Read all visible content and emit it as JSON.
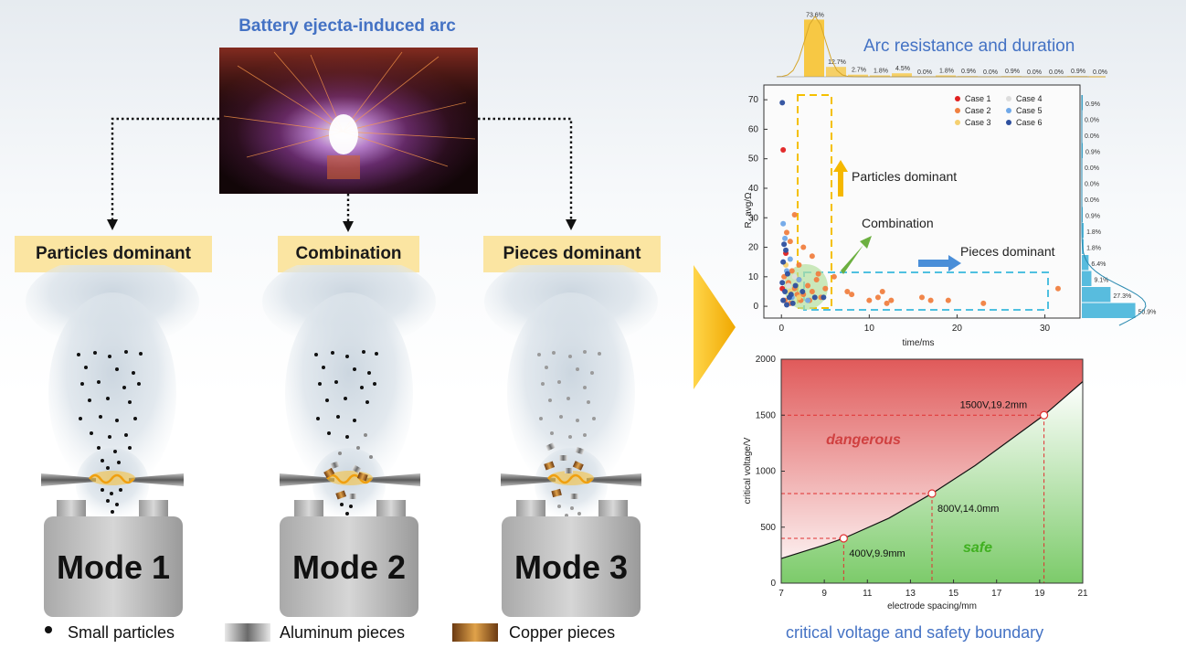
{
  "title": "Battery ejecta-induced arc",
  "modes": [
    {
      "label": "Particles dominant",
      "mode": "Mode 1"
    },
    {
      "label": "Combination",
      "mode": "Mode 2"
    },
    {
      "label": "Pieces dominant",
      "mode": "Mode 3"
    }
  ],
  "legend": {
    "small_particles": "Small particles",
    "aluminum_pieces": "Aluminum pieces",
    "copper_pieces": "Copper pieces"
  },
  "colors": {
    "title_blue": "#4472c4",
    "label_bg": "#fbe5a2",
    "arrow_orange": "#f5b800",
    "dangerous_red": "#e06060",
    "safe_green": "#80cc70"
  },
  "chart_data": [
    {
      "type": "scatter",
      "title": "Arc resistance and duration",
      "xlabel": "time/ms",
      "ylabel": "R_avg/Ω",
      "xlim": [
        -2,
        34
      ],
      "ylim": [
        -4,
        75
      ],
      "x_ticks": [
        "0",
        "10",
        "20",
        "30"
      ],
      "y_ticks": [
        "0",
        "10",
        "20",
        "30",
        "40",
        "50",
        "60",
        "70"
      ],
      "legend": [
        "Case 1",
        "Case 4",
        "Case 2",
        "Case 5",
        "Case 3",
        "Case 6"
      ],
      "legend_placement": "top-right",
      "annotations": [
        "Particles dominant",
        "Combination",
        "Pieces dominant"
      ],
      "series": [
        {
          "name": "Case 1",
          "color": "#e02020",
          "points": [
            [
              0.2,
              53
            ],
            [
              0.5,
              18
            ],
            [
              0.1,
              6
            ]
          ]
        },
        {
          "name": "Case 2",
          "color": "#f08040",
          "points": [
            [
              0.3,
              10
            ],
            [
              0.8,
              8
            ],
            [
              1.2,
              12
            ],
            [
              1.5,
              6
            ],
            [
              2,
              9
            ],
            [
              2.5,
              4
            ],
            [
              3,
              7
            ],
            [
              3.5,
              5
            ],
            [
              4,
              9
            ],
            [
              4.5,
              3
            ],
            [
              5,
              6
            ],
            [
              6,
              10
            ],
            [
              7.5,
              5
            ],
            [
              8,
              4
            ],
            [
              10,
              2
            ],
            [
              11,
              3
            ],
            [
              11.5,
              5
            ],
            [
              12,
              1
            ],
            [
              12.5,
              2
            ],
            [
              16,
              3
            ],
            [
              17,
              2
            ],
            [
              19,
              2
            ],
            [
              23,
              1
            ],
            [
              31.5,
              6
            ],
            [
              1,
              22
            ],
            [
              1.5,
              31
            ],
            [
              2,
              14
            ],
            [
              3.5,
              17
            ],
            [
              2.5,
              20
            ],
            [
              0.6,
              25
            ],
            [
              1.8,
              4
            ],
            [
              3.2,
              2
            ],
            [
              4.2,
              11
            ],
            [
              2.2,
              2
            ],
            [
              0.4,
              2
            ],
            [
              1,
              1
            ]
          ]
        },
        {
          "name": "Case 3",
          "color": "#f5d070",
          "points": [
            [
              0.5,
              14
            ],
            [
              1,
              5
            ],
            [
              2,
              3
            ]
          ]
        },
        {
          "name": "Case 4",
          "color": "#dddddd",
          "points": [
            [
              0.8,
              7
            ],
            [
              1.5,
              10
            ]
          ]
        },
        {
          "name": "Case 5",
          "color": "#70a8e8",
          "points": [
            [
              0.2,
              28
            ],
            [
              0.4,
              23
            ],
            [
              1,
              16
            ],
            [
              0.6,
              12
            ],
            [
              2,
              9
            ],
            [
              3,
              2
            ],
            [
              1.2,
              3
            ]
          ]
        },
        {
          "name": "Case 6",
          "color": "#2d4f9e",
          "points": [
            [
              0.1,
              69
            ],
            [
              0.3,
              21
            ],
            [
              0.5,
              19
            ],
            [
              0.2,
              15
            ],
            [
              0.7,
              11
            ],
            [
              0.1,
              8
            ],
            [
              0.4,
              5
            ],
            [
              0.9,
              3
            ],
            [
              1.3,
              1
            ],
            [
              0.2,
              2
            ],
            [
              1.6,
              7
            ],
            [
              2.4,
              5
            ],
            [
              3.8,
              3
            ],
            [
              4.8,
              3
            ],
            [
              0.6,
              0.5
            ],
            [
              1.1,
              4
            ]
          ]
        }
      ],
      "x_hist": {
        "percent_labels": [
          "73.6%",
          "12.7%",
          "2.7%",
          "1.8%",
          "4.5%",
          "0.0%",
          "1.8%",
          "0.9%",
          "0.0%",
          "0.9%",
          "0.0%",
          "0.0%",
          "0.9%",
          "0.0%"
        ],
        "values": [
          73.6,
          12.7,
          2.7,
          1.8,
          4.5,
          0.0,
          1.8,
          0.9,
          0.0,
          0.9,
          0.0,
          0.0,
          0.9,
          0.0
        ]
      },
      "y_hist": {
        "percent_labels_top_to_bottom": [
          "0.9%",
          "0.0%",
          "0.0%",
          "0.9%",
          "0.0%",
          "0.0%",
          "0.0%",
          "0.9%",
          "1.8%",
          "1.8%",
          "6.4%",
          "9.1%",
          "27.3%",
          "50.9%"
        ],
        "values_top_to_bottom": [
          0.9,
          0.0,
          0.0,
          0.9,
          0.0,
          0.0,
          0.0,
          0.9,
          1.8,
          1.8,
          6.4,
          9.1,
          27.3,
          50.9
        ]
      }
    },
    {
      "type": "line",
      "title": "critical voltage and safety boundary",
      "xlabel": "electrode spacing/mm",
      "ylabel": "critical voltage/V",
      "xlim": [
        7,
        21
      ],
      "ylim": [
        0,
        2000
      ],
      "x_ticks": [
        "7",
        "9",
        "11",
        "13",
        "15",
        "17",
        "19",
        "21"
      ],
      "y_ticks": [
        "0",
        "500",
        "1000",
        "1500",
        "2000"
      ],
      "curve": {
        "x": [
          7,
          9,
          9.9,
          12,
          14,
          16,
          19.2,
          21
        ],
        "y": [
          220,
          340,
          400,
          580,
          800,
          1050,
          1500,
          1800
        ]
      },
      "marked_points": [
        {
          "x": 9.9,
          "y": 400,
          "label": "400V,9.9mm"
        },
        {
          "x": 14.0,
          "y": 800,
          "label": "800V,14.0mm"
        },
        {
          "x": 19.2,
          "y": 1500,
          "label": "1500V,19.2mm"
        }
      ],
      "regions": {
        "above": "dangerous",
        "below": "safe"
      }
    }
  ]
}
